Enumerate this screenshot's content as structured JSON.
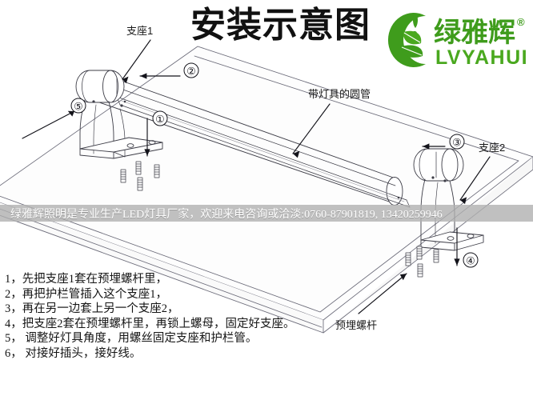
{
  "header": {
    "title": "安装示意图",
    "logo": {
      "icon": "leaf-logo-icon",
      "cn_name": "绿雅辉",
      "en_name": "LVYAHUI",
      "registered_mark": "®",
      "brand_color": "#3f9c1c"
    }
  },
  "diagram": {
    "labels": {
      "bracket1": "支座1",
      "bracket2": "支座2",
      "tube": "带灯具的圆管",
      "embedded_rod": "预埋螺杆"
    },
    "callouts": [
      {
        "id": "1",
        "glyph": "①"
      },
      {
        "id": "2",
        "glyph": "②"
      },
      {
        "id": "3",
        "glyph": "③"
      },
      {
        "id": "4",
        "glyph": "④"
      },
      {
        "id": "5",
        "glyph": "⑤"
      }
    ]
  },
  "watermark": {
    "text": "绿雅辉照明是专业生产LED灯具厂家，欢迎来电咨询或洽淡:0760-87901819, 13420259946",
    "band_color": "#b0b0b0"
  },
  "instructions": [
    "1，先把支座1套在预埋螺杆里，",
    "2，再把护栏管插入这个支座1，",
    "3，再在另一边套上另一个支座2，",
    "4，把支座2套在预埋螺杆里，再锁上螺母，固定好支座。",
    "5， 调整好灯具角度，用螺丝固定支座和护栏管。",
    "6， 对接好插头，接好线。"
  ]
}
